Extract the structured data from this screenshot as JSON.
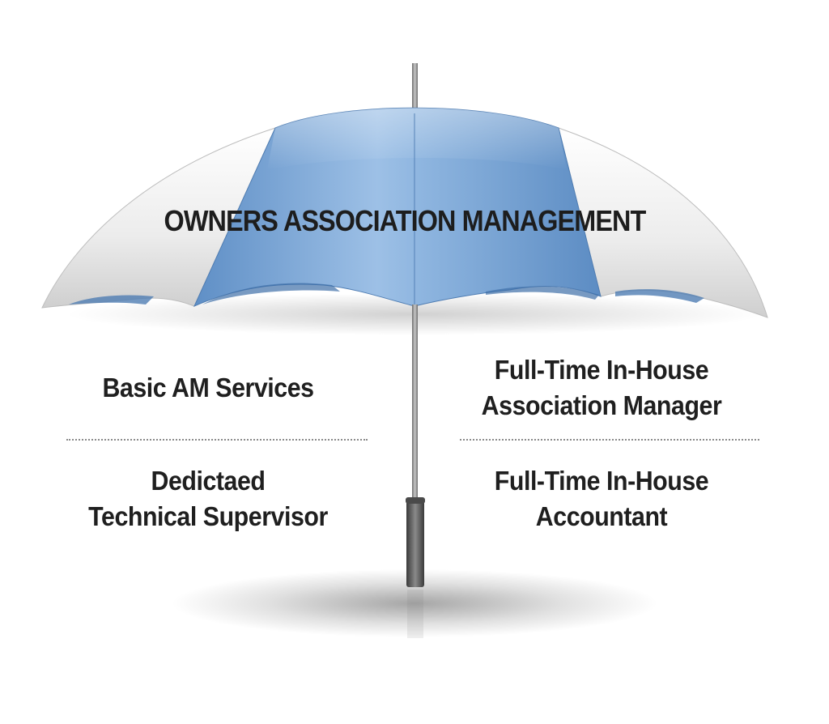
{
  "diagram": {
    "title": "OWNERS ASSOCIATION MANAGEMENT",
    "left": {
      "top_item": [
        "Basic AM Services"
      ],
      "bottom_item": [
        "Dedictaed",
        "Technical Supervisor"
      ]
    },
    "right": {
      "top_item": [
        "Full-Time In-House",
        "Association Manager"
      ],
      "bottom_item": [
        "Full-Time In-House",
        "Accountant"
      ]
    },
    "colors": {
      "canopy_blue": "#7aa6d6",
      "canopy_white": "#f2f2f2",
      "shaft": "#9a9a9a",
      "handle": "#555555",
      "text": "#1f1f1f"
    },
    "icons": [
      "umbrella-icon"
    ]
  }
}
